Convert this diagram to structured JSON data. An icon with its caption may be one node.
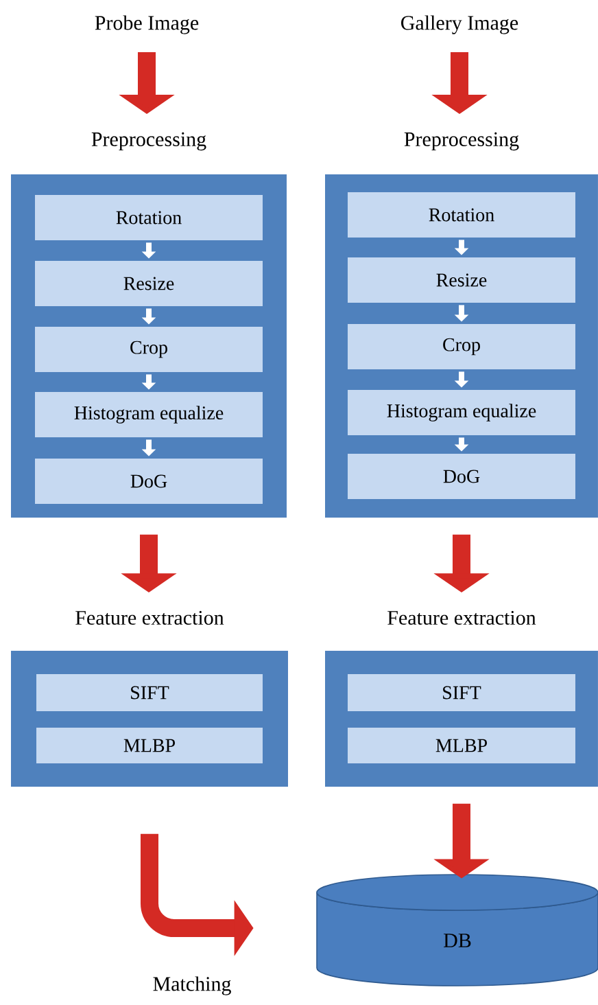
{
  "diagram": {
    "nodes": [
      {
        "text": [
          "Probe Image"
        ]
      },
      {
        "text": [
          "Gallery Image"
        ]
      },
      {
        "text": [
          "Preprocessing"
        ]
      },
      {
        "text": [
          "Rotation"
        ],
        "in": 2
      },
      {
        "text": [
          "Resize"
        ],
        "in": 2
      },
      {
        "text": [
          "Crop"
        ],
        "in": 2
      },
      {
        "text": [
          "Histogram equalize"
        ],
        "in": 2
      },
      {
        "text": [
          "DoG"
        ],
        "in": 2
      },
      {
        "text": [
          "Preprocessing"
        ]
      },
      {
        "text": [
          "Rotation"
        ],
        "in": 8
      },
      {
        "text": [
          "Resize"
        ],
        "in": 8
      },
      {
        "text": [
          "Crop"
        ],
        "in": 8
      },
      {
        "text": [
          "Histogram equalize"
        ],
        "in": 8
      },
      {
        "text": [
          "DoG"
        ],
        "in": 8
      },
      {
        "text": [
          "Feature extraction"
        ]
      },
      {
        "text": [
          "SIFT"
        ],
        "in": 14
      },
      {
        "text": [
          "MLBP"
        ],
        "in": 14
      },
      {
        "text": [
          "Feature extraction"
        ]
      },
      {
        "text": [
          "SIFT"
        ],
        "in": 17
      },
      {
        "text": [
          "MLBP"
        ],
        "in": 17
      },
      {
        "text": [
          "DB"
        ]
      }
    ],
    "edges": [
      {
        "from": 0,
        "to": 2,
        "arrow": "to",
        "style": "thick",
        "color": "#d42a24"
      },
      {
        "from": 3,
        "to": 4,
        "arrow": "to"
      },
      {
        "from": 4,
        "to": 5,
        "arrow": "to"
      },
      {
        "from": 5,
        "to": 6,
        "arrow": "to"
      },
      {
        "from": 6,
        "to": 7,
        "arrow": "to"
      },
      {
        "from": 1,
        "to": 8,
        "arrow": "to",
        "style": "thick",
        "color": "#d42a24"
      },
      {
        "from": 9,
        "to": 10,
        "arrow": "to"
      },
      {
        "from": 10,
        "to": 11,
        "arrow": "to"
      },
      {
        "from": 11,
        "to": 12,
        "arrow": "to"
      },
      {
        "from": 12,
        "to": 13,
        "arrow": "to"
      },
      {
        "from": 2,
        "to": 14,
        "arrow": "to",
        "style": "thick",
        "color": "#d42a24"
      },
      {
        "from": 8,
        "to": 17,
        "arrow": "to",
        "style": "thick",
        "color": "#d42a24"
      },
      {
        "from": 14,
        "to": 20,
        "arrow": "to",
        "style": "thick",
        "color": "#d42a24",
        "label": "Matching"
      },
      {
        "from": 17,
        "to": 20,
        "arrow": "to",
        "style": "thick",
        "color": "#d42a24"
      }
    ]
  }
}
